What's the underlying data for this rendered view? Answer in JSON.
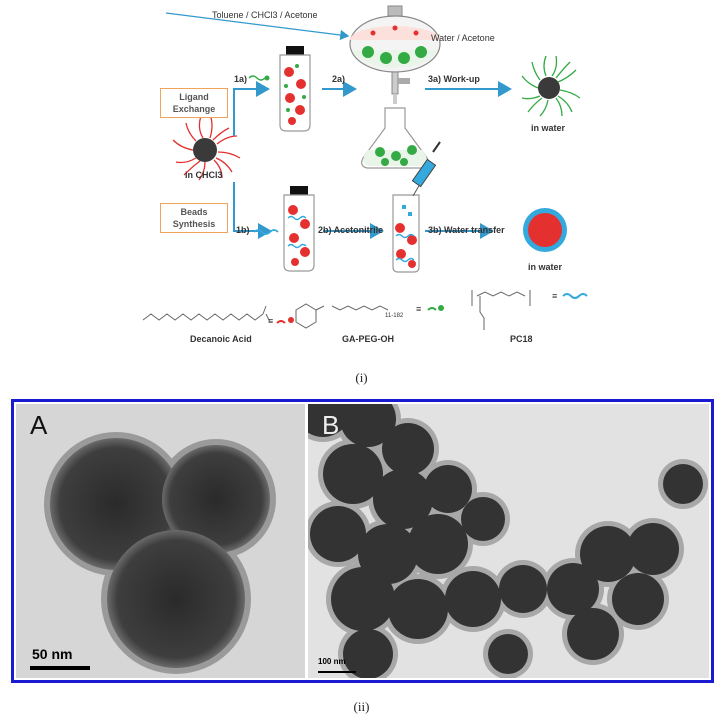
{
  "scheme": {
    "solvents_top": "Toluene / CHCl3 / Acetone",
    "solvents_funnel": "Water / Acetone",
    "box_ligand": [
      "Ligand",
      "Exchange"
    ],
    "box_beads": [
      "Beads",
      "Synthesis"
    ],
    "step_1a": "1a)",
    "step_2a": "2a)",
    "step_3a": "3a) Work-up",
    "step_1b": "1b)",
    "step_2b": "2b) Acetonitrile",
    "step_3b": "3b) Water transfer",
    "in_chcl3": "in CHCl3",
    "in_water_top": "in water",
    "in_water_bottom": "in water",
    "legend": {
      "decanoic": "Decanoic Acid",
      "gapeg": "GA-PEG-OH",
      "pc18": "PC18",
      "peg_subscript": "11-182",
      "equiv": "≡"
    },
    "colors": {
      "arrow": "#3399cc",
      "red": "#e53030",
      "green": "#33aa44",
      "blue": "#33a9dd",
      "orange": "#f0a35a"
    }
  },
  "caption_i": "(i)",
  "tem": {
    "label_a": "A",
    "label_b": "B",
    "scale_a": "50 nm",
    "scale_b": "100 nm",
    "frame_color": "#1a1ad0"
  },
  "caption_ii": "(ii)"
}
